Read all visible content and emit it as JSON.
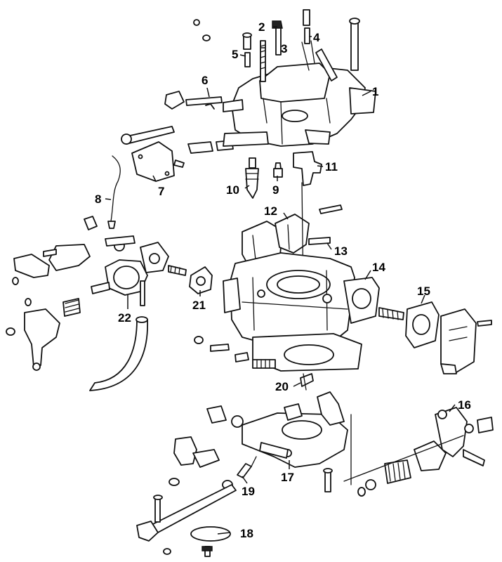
{
  "callouts": {
    "c1": "1",
    "c2": "2",
    "c3": "3",
    "c4": "4",
    "c5": "5",
    "c6": "6",
    "c7": "7",
    "c8": "8",
    "c9": "9",
    "c10": "10",
    "c11": "11",
    "c12": "12",
    "c13": "13",
    "c14": "14",
    "c15": "15",
    "c16": "16",
    "c17": "17",
    "c18": "18",
    "c19": "19",
    "c20": "20",
    "c21": "21",
    "c22": "22"
  },
  "colors": {
    "ink": "#111111",
    "paper": "#ffffff",
    "shading": "#cfcfcf"
  }
}
